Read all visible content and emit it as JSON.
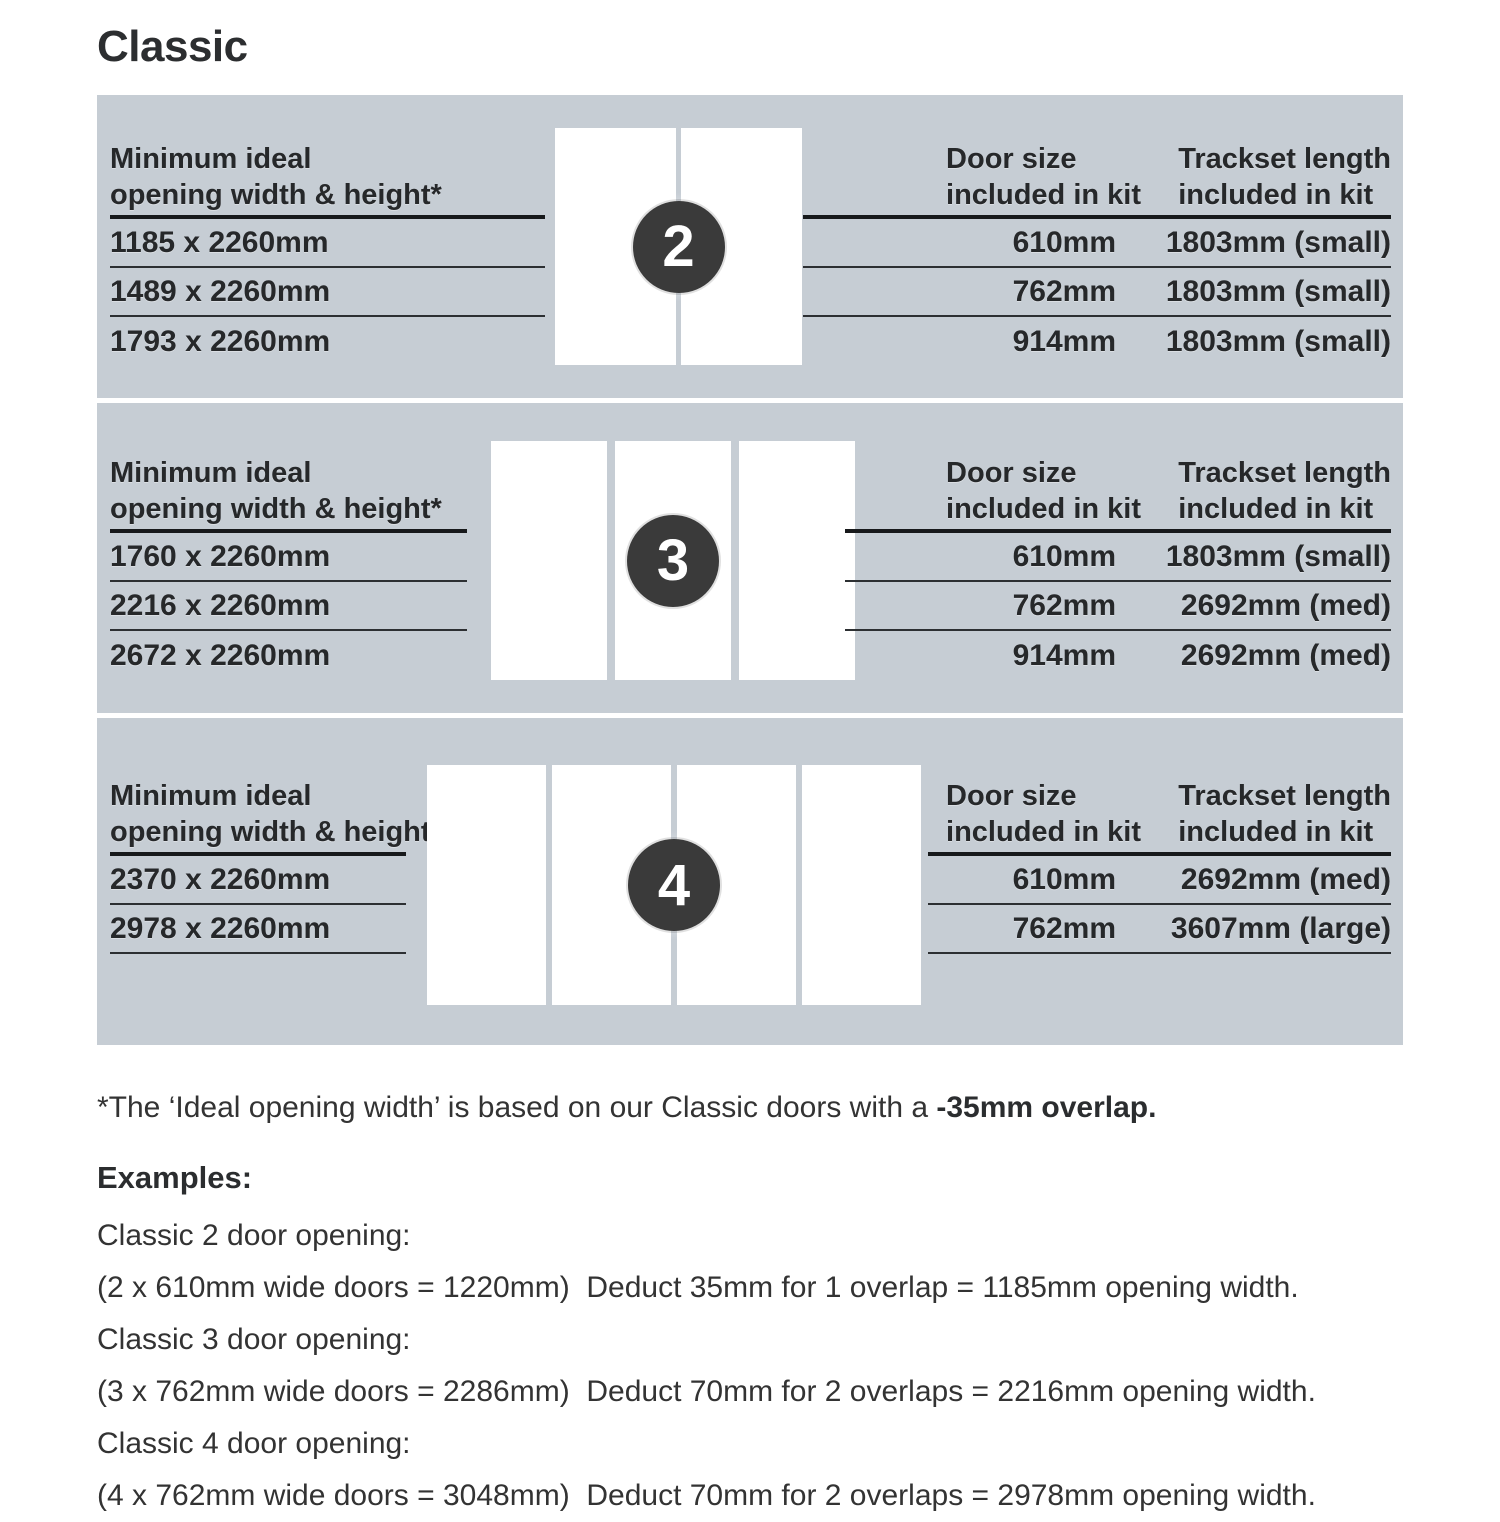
{
  "title": "Classic",
  "colors": {
    "page_bg": "#ffffff",
    "panel_bg": "#c6cdd4",
    "badge_bg": "#3a3a3a",
    "badge_text": "#ffffff",
    "text_dark": "#26282a",
    "text_body": "#333333",
    "line_strong": "#17191b",
    "line_thin": "#2c2f32",
    "door_fill": "#ffffff"
  },
  "columns": {
    "opening_line1": "Minimum ideal",
    "opening_line2": "opening width & height*",
    "door_size_line1": "Door size",
    "door_size_line2": "included in kit",
    "trackset_line1": "Trackset length",
    "trackset_line2": "included in kit"
  },
  "sections": [
    {
      "door_count": "2",
      "rows": [
        {
          "opening": "1185 x 2260mm",
          "door_size": "610mm",
          "trackset": "1803mm (small)"
        },
        {
          "opening": "1489 x 2260mm",
          "door_size": "762mm",
          "trackset": "1803mm (small)"
        },
        {
          "opening": "1793 x 2260mm",
          "door_size": "914mm",
          "trackset": "1803mm (small)"
        }
      ]
    },
    {
      "door_count": "3",
      "rows": [
        {
          "opening": "1760 x 2260mm",
          "door_size": "610mm",
          "trackset": "1803mm (small)"
        },
        {
          "opening": "2216 x 2260mm",
          "door_size": "762mm",
          "trackset": "2692mm (med)"
        },
        {
          "opening": "2672 x 2260mm",
          "door_size": "914mm",
          "trackset": "2692mm (med)"
        }
      ]
    },
    {
      "door_count": "4",
      "rows": [
        {
          "opening": "2370 x 2260mm",
          "door_size": "610mm",
          "trackset": "2692mm (med)"
        },
        {
          "opening": "2978 x 2260mm",
          "door_size": "762mm",
          "trackset": "3607mm (large)"
        }
      ]
    }
  ],
  "footnote": {
    "prefix": "*The ‘Ideal opening width’ is based on our Classic doors with a ",
    "bold": "-35mm overlap."
  },
  "examples": {
    "heading": "Examples:",
    "items": [
      {
        "label": "Classic 2 door opening:",
        "detail": "(2 x 610mm wide doors = 1220mm)  Deduct 35mm for 1 overlap = 1185mm opening width."
      },
      {
        "label": "Classic 3 door opening:",
        "detail": "(3 x 762mm wide doors = 2286mm)  Deduct 70mm for 2 overlaps = 2216mm opening width."
      },
      {
        "label": "Classic 4 door opening:",
        "detail": "(4 x 762mm wide doors = 3048mm)  Deduct 70mm for 2 overlaps = 2978mm opening width."
      }
    ]
  }
}
